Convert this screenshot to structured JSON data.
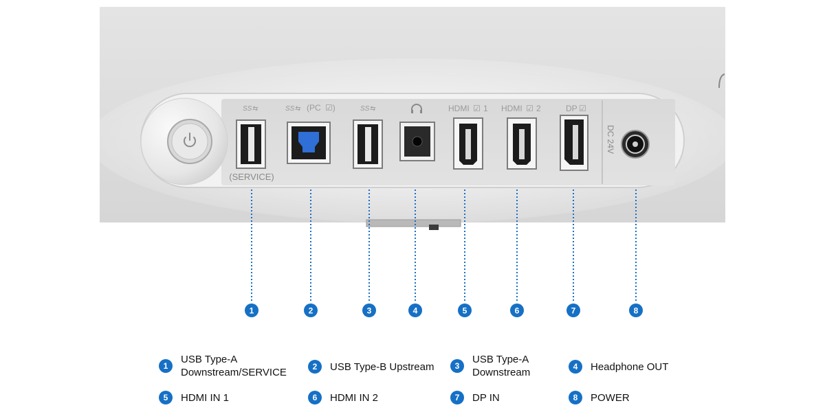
{
  "colors": {
    "accent": "#1670c5",
    "usb_b_blue": "#2f6fd6"
  },
  "port_labels": {
    "usb1": "(SERVICE)",
    "usb_b": "(PC",
    "hdmi1": "HDMI",
    "hdmi1_num": "1",
    "hdmi2": "HDMI",
    "hdmi2_num": "2",
    "dp": "DP",
    "dc": "DC 24V"
  },
  "numbers": [
    "1",
    "2",
    "3",
    "4",
    "5",
    "6",
    "7",
    "8"
  ],
  "legend": [
    {
      "num": "1",
      "text": "USB Type-A\nDownstream/SERVICE"
    },
    {
      "num": "2",
      "text": "USB Type-B Upstream"
    },
    {
      "num": "3",
      "text": "USB Type-A\nDownstream"
    },
    {
      "num": "4",
      "text": "Headphone OUT"
    },
    {
      "num": "5",
      "text": "HDMI IN 1"
    },
    {
      "num": "6",
      "text": "HDMI IN 2"
    },
    {
      "num": "7",
      "text": "DP IN"
    },
    {
      "num": "8",
      "text": "POWER"
    }
  ],
  "icons": [
    "power-icon",
    "usb-ss-icon",
    "headphone-icon",
    "hdmi-port-icon",
    "dp-port-icon",
    "dc-jack-icon"
  ]
}
